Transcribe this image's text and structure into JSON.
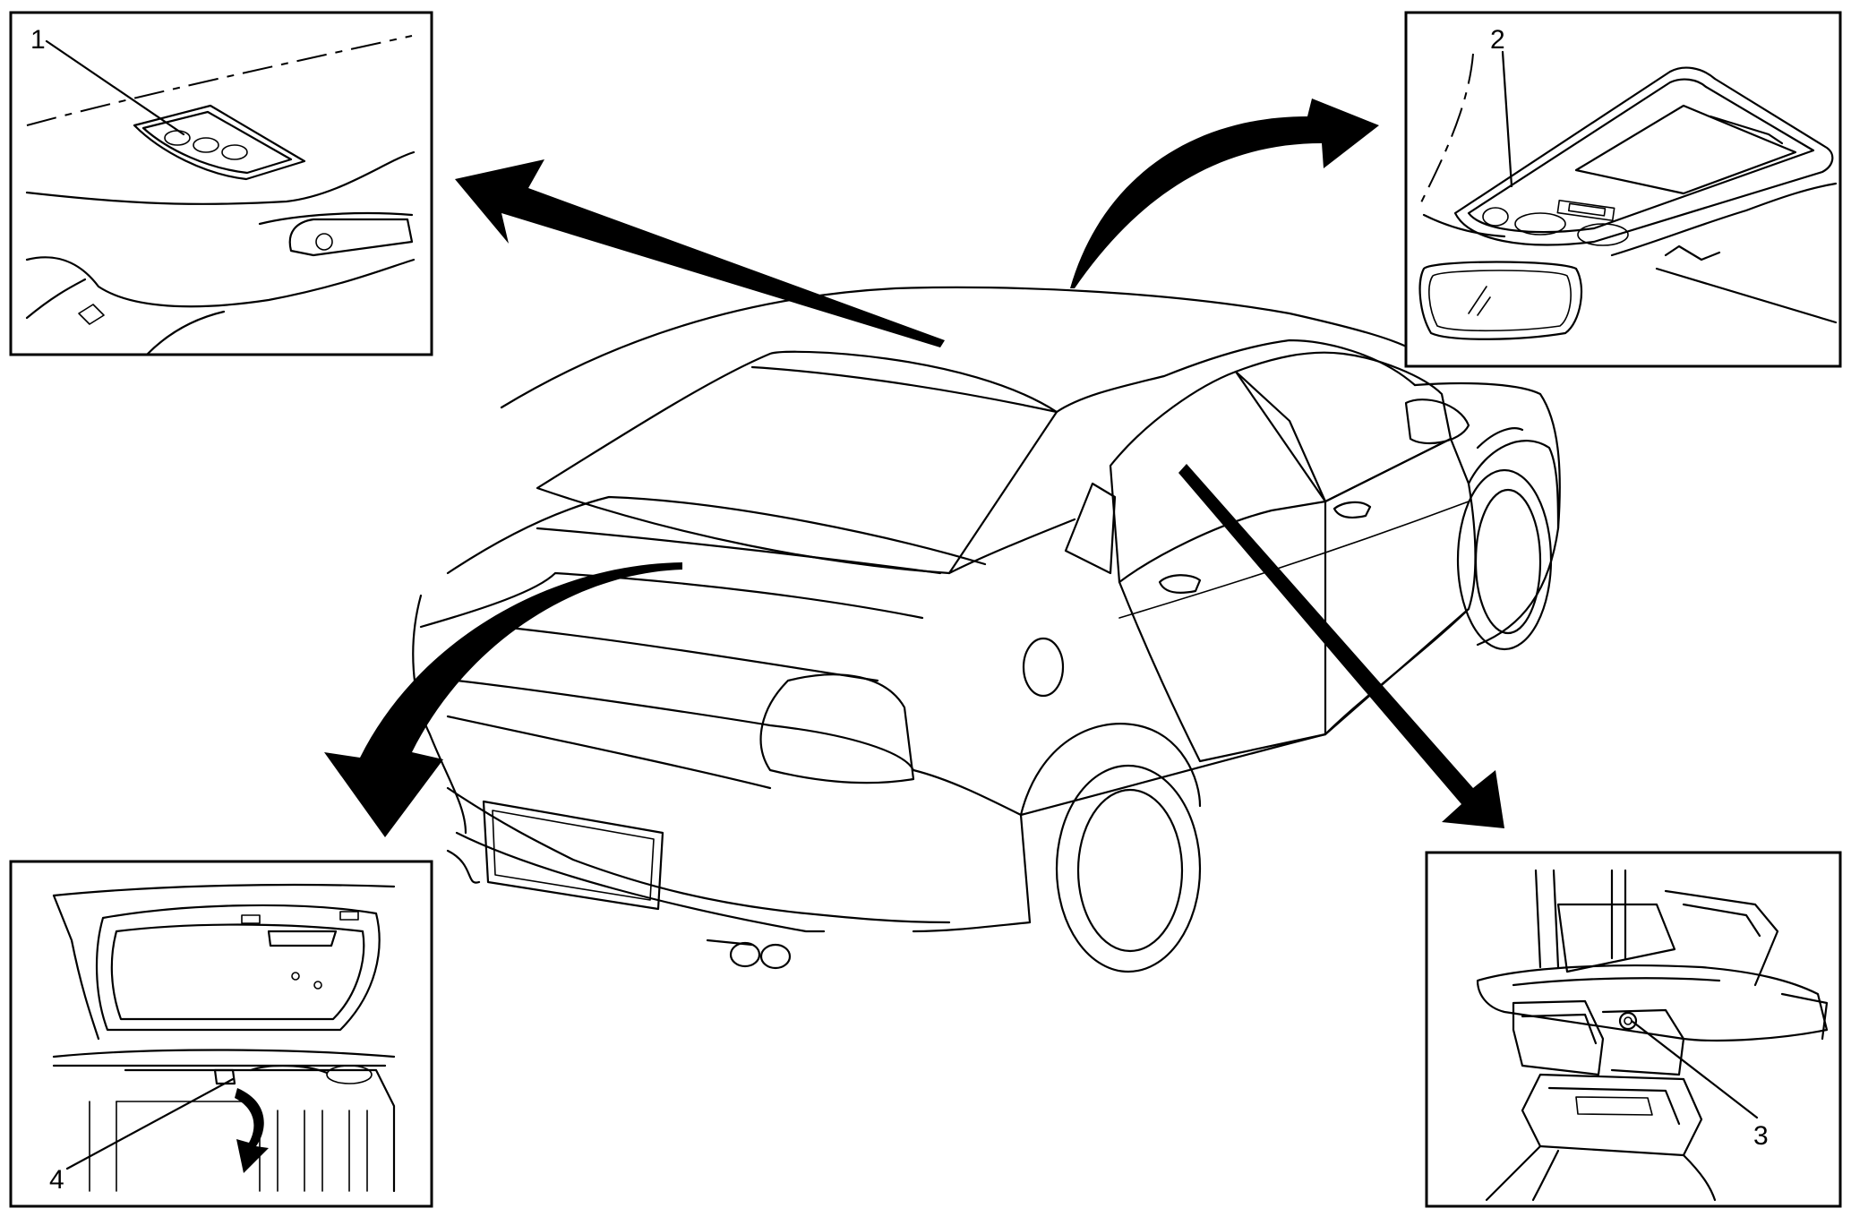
{
  "figure": {
    "callouts": [
      {
        "id": "callout-1",
        "label": "1"
      },
      {
        "id": "callout-2",
        "label": "2"
      },
      {
        "id": "callout-3",
        "label": "3"
      },
      {
        "id": "callout-4",
        "label": "4"
      }
    ]
  },
  "colors": {
    "line": "#000000",
    "background": "#ffffff"
  }
}
